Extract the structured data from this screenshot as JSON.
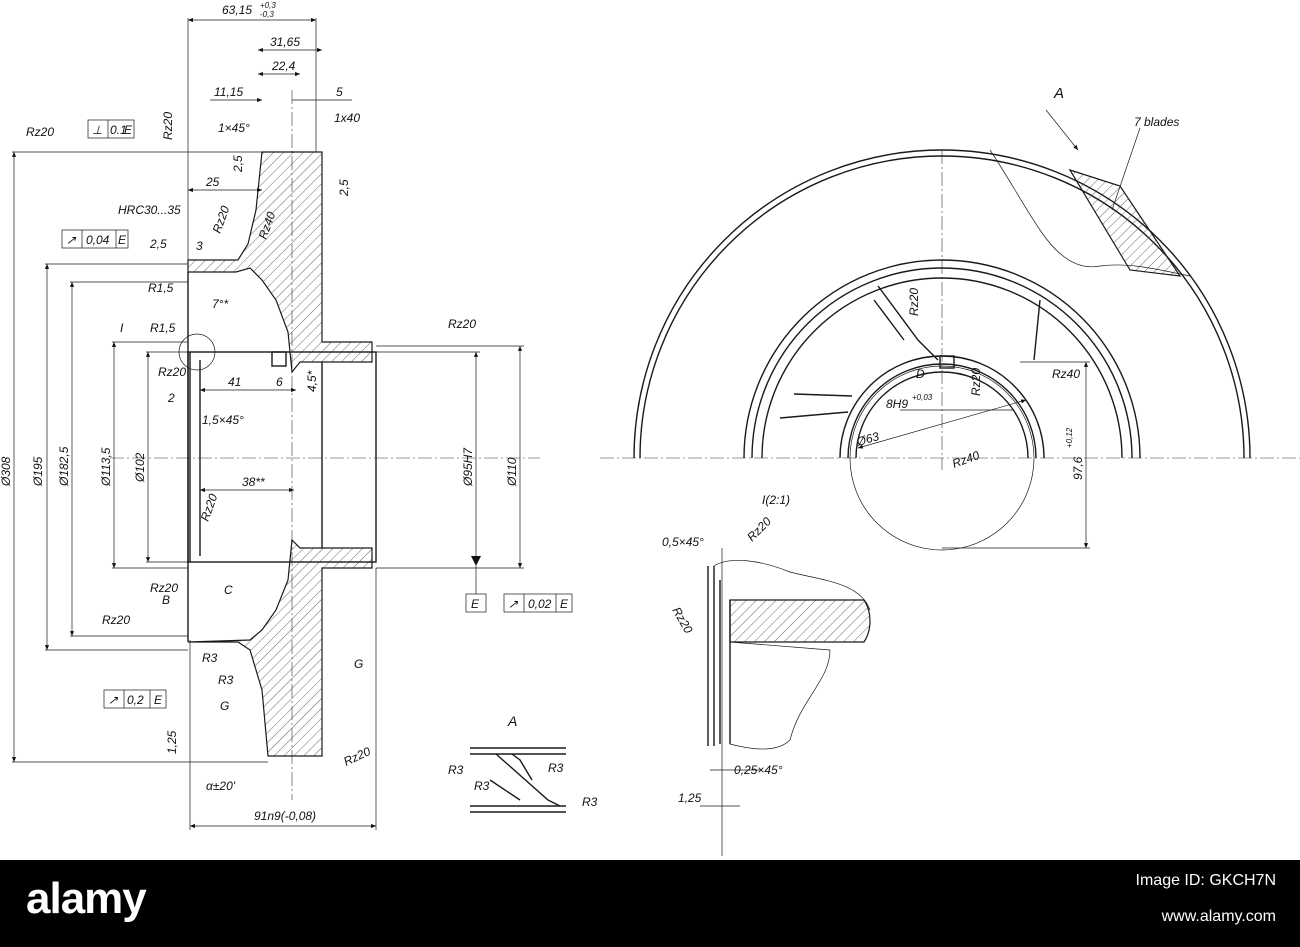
{
  "dims": {
    "d_63_15": "63,15",
    "d_63_15_tol_up": "+0,3",
    "d_63_15_tol_dn": "-0,3",
    "d_31_65": "31,65",
    "d_22_4": "22,4",
    "d_11_15": "11,15",
    "d_5": "5",
    "d_1x45": "1×45°",
    "d_1x40": "1x40",
    "d_25": "25",
    "d_2_5a": "2,5",
    "d_2_5b": "2,5",
    "d_2_5c": "2,5",
    "d_3": "3",
    "d_41": "41",
    "d_6": "6",
    "d_4_5": "4,5*",
    "d_2": "2",
    "d_1_5x45": "1,5×45°",
    "d_38": "38**",
    "d_7": "7°*",
    "d_308": "Ø308",
    "d_195": "Ø195",
    "d_182_5": "Ø182,5",
    "d_113_5": "Ø113,5",
    "d_102": "Ø102",
    "d_95h7": "Ø95H7",
    "d_110": "Ø110",
    "d_1_25": "1,25",
    "d_alpha": "α±20'",
    "d_91n9": "91n9(-0,08)",
    "d_63": "Ø63",
    "d_8h9": "8H9",
    "d_8h9_tol": "+0,03",
    "d_97_6": "97,6",
    "d_97_6_tol": "+0,12",
    "d_05x45": "0,5×45°",
    "d_025x45": "0,25×45°",
    "d_1_25b": "1,25"
  },
  "roughness": {
    "rz20_top": "Rz20",
    "rz20_side": "Rz20",
    "rz20_a": "Rz20",
    "rz40_a": "Rz40",
    "rz20_right": "Rz20",
    "rz20_b": "Rz20",
    "rz20_c": "Rz20",
    "rz20_d": "Rz20",
    "rz20_e": "Rz20",
    "rz20_f": "Rz20",
    "rz20_g": "Rz20",
    "rz20_h": "Rz20",
    "rz40_b": "Rz40",
    "rz40_c": "Rz40",
    "rz20_i": "Rz20"
  },
  "tolerances": {
    "perp_val": "0.1",
    "perp_datum": "E",
    "runout1_val": "0,04",
    "runout1_datum": "E",
    "runout2_val": "0,02",
    "runout2_datum": "E",
    "runout3_val": "0,2",
    "runout3_datum": "E",
    "datum_e": "E"
  },
  "labels": {
    "hrc": "HRC30...35",
    "r1_5a": "R1,5",
    "r1_5b": "R1,5",
    "detail_ref": "I",
    "r3a": "R3",
    "r3b": "R3",
    "b": "B",
    "c": "C",
    "g1": "G",
    "g2": "G",
    "d": "D",
    "view_a": "A",
    "view_a2": "A",
    "blades": "7 blades",
    "detail_title": "I(2:1)",
    "ar3a": "R3",
    "ar3b": "R3",
    "ar3c": "R3",
    "ar3d": "R3"
  },
  "footer": {
    "brand": "alamy",
    "image_id": "Image ID: GKCH7N",
    "site": "www.alamy.com"
  }
}
